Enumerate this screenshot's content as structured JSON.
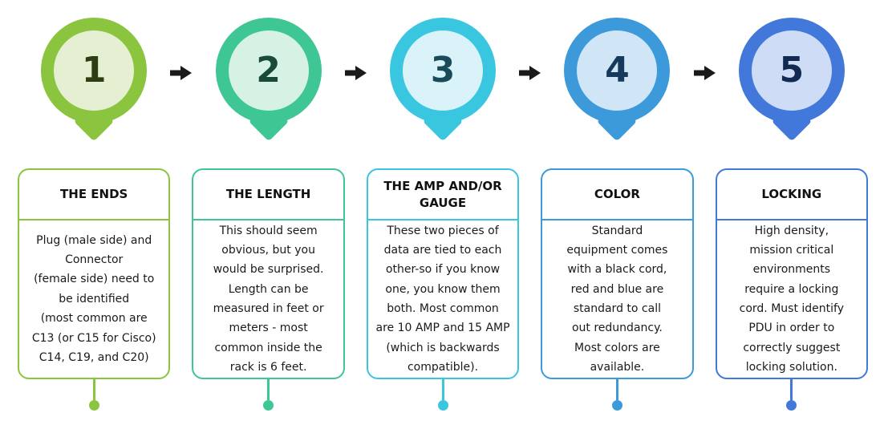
{
  "diagram": {
    "background": "#FFFFFF",
    "arrow_color": "#1A1A1A",
    "steps": [
      {
        "number": "1",
        "title": "THE ENDS",
        "body": [
          "Plug (male side) and",
          "Connector",
          "(female side) need to",
          "be identified",
          "(most common are",
          "C13 (or C15 for Cisco)",
          "C14,  C19, and C20)"
        ],
        "accent": "#8BC53F",
        "inner_fill": "#E5F0D3",
        "number_color": "#2F3D12"
      },
      {
        "number": "2",
        "title": "THE LENGTH",
        "body": [
          "This should seem",
          "obvious, but you",
          "would be surprised.",
          "Length can be",
          "measured in feet or",
          "meters - most",
          "common inside the",
          "rack is 6 feet."
        ],
        "accent": "#3EC794",
        "inner_fill": "#D5F2E4",
        "number_color": "#1A4A38"
      },
      {
        "number": "3",
        "title": [
          "THE AMP AND/OR",
          "GAUGE"
        ],
        "body": [
          "These two pieces of",
          "data are tied to each",
          "other-so if you know",
          "one, you know them",
          "both.  Most common",
          "are 10 AMP and 15 AMP",
          "(which is backwards",
          "compatible)."
        ],
        "accent": "#39C7E0",
        "inner_fill": "#D9F3F8",
        "number_color": "#1B4B5A"
      },
      {
        "number": "4",
        "title": "COLOR",
        "body": [
          "Standard",
          "equipment comes",
          "with a black cord,",
          "red and blue are",
          "standard to call",
          "out redundancy.",
          "Most colors are",
          "available."
        ],
        "accent": "#3C9ADB",
        "inner_fill": "#D0E6F7",
        "number_color": "#163A5C"
      },
      {
        "number": "5",
        "title": "LOCKING",
        "body": [
          "High density,",
          "mission critical",
          "environments",
          "require a locking",
          "cord.  Must identify",
          "PDU in order to",
          "correctly suggest",
          "locking solution."
        ],
        "accent": "#4178D9",
        "inner_fill": "#CEDCF6",
        "number_color": "#122A52"
      }
    ]
  }
}
